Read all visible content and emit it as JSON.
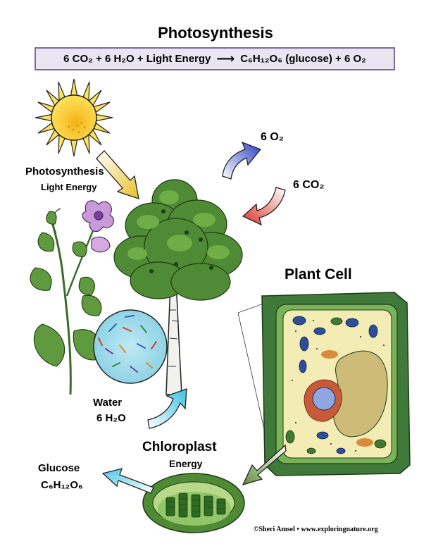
{
  "title": "Photosynthesis",
  "equation": {
    "left": "6 CO₂ + 6 H₂O + Light Energy",
    "arrow": "⟶",
    "right": "C₆H₁₂O₆ (glucose) + 6 O₂"
  },
  "labels": {
    "photosynthesis": "Photosynthesis",
    "light_energy": "Light Energy",
    "oxygen": "6 O₂",
    "carbon_dioxide": "6 CO₂",
    "plant_cell": "Plant Cell",
    "water": "Water",
    "water_formula": "6 H₂O",
    "chloroplast": "Chloroplast",
    "energy": "Energy",
    "glucose": "Glucose",
    "glucose_formula": "C₆H₁₂O₆"
  },
  "credit": "©Sheri Amsel • www.exploringnature.org",
  "colors": {
    "sun": "#f7c62a",
    "oxygen_arrow": "#3a4fc9",
    "co2_arrow": "#d9443a",
    "light_arrow": "#e9c531",
    "water_arrow": "#4ec8e3",
    "glucose_arrow": "#56c9e6",
    "chloroplast_arrow": "#6d9a46",
    "leaf_green": "#4f8a34",
    "cell_wall": "#3f7a3a",
    "equation_border": "#7b6aa0"
  },
  "icons": [
    "sun-icon",
    "tree-icon",
    "flower-plant-icon",
    "water-microscope-icon",
    "plant-cell-icon",
    "chloroplast-icon"
  ]
}
